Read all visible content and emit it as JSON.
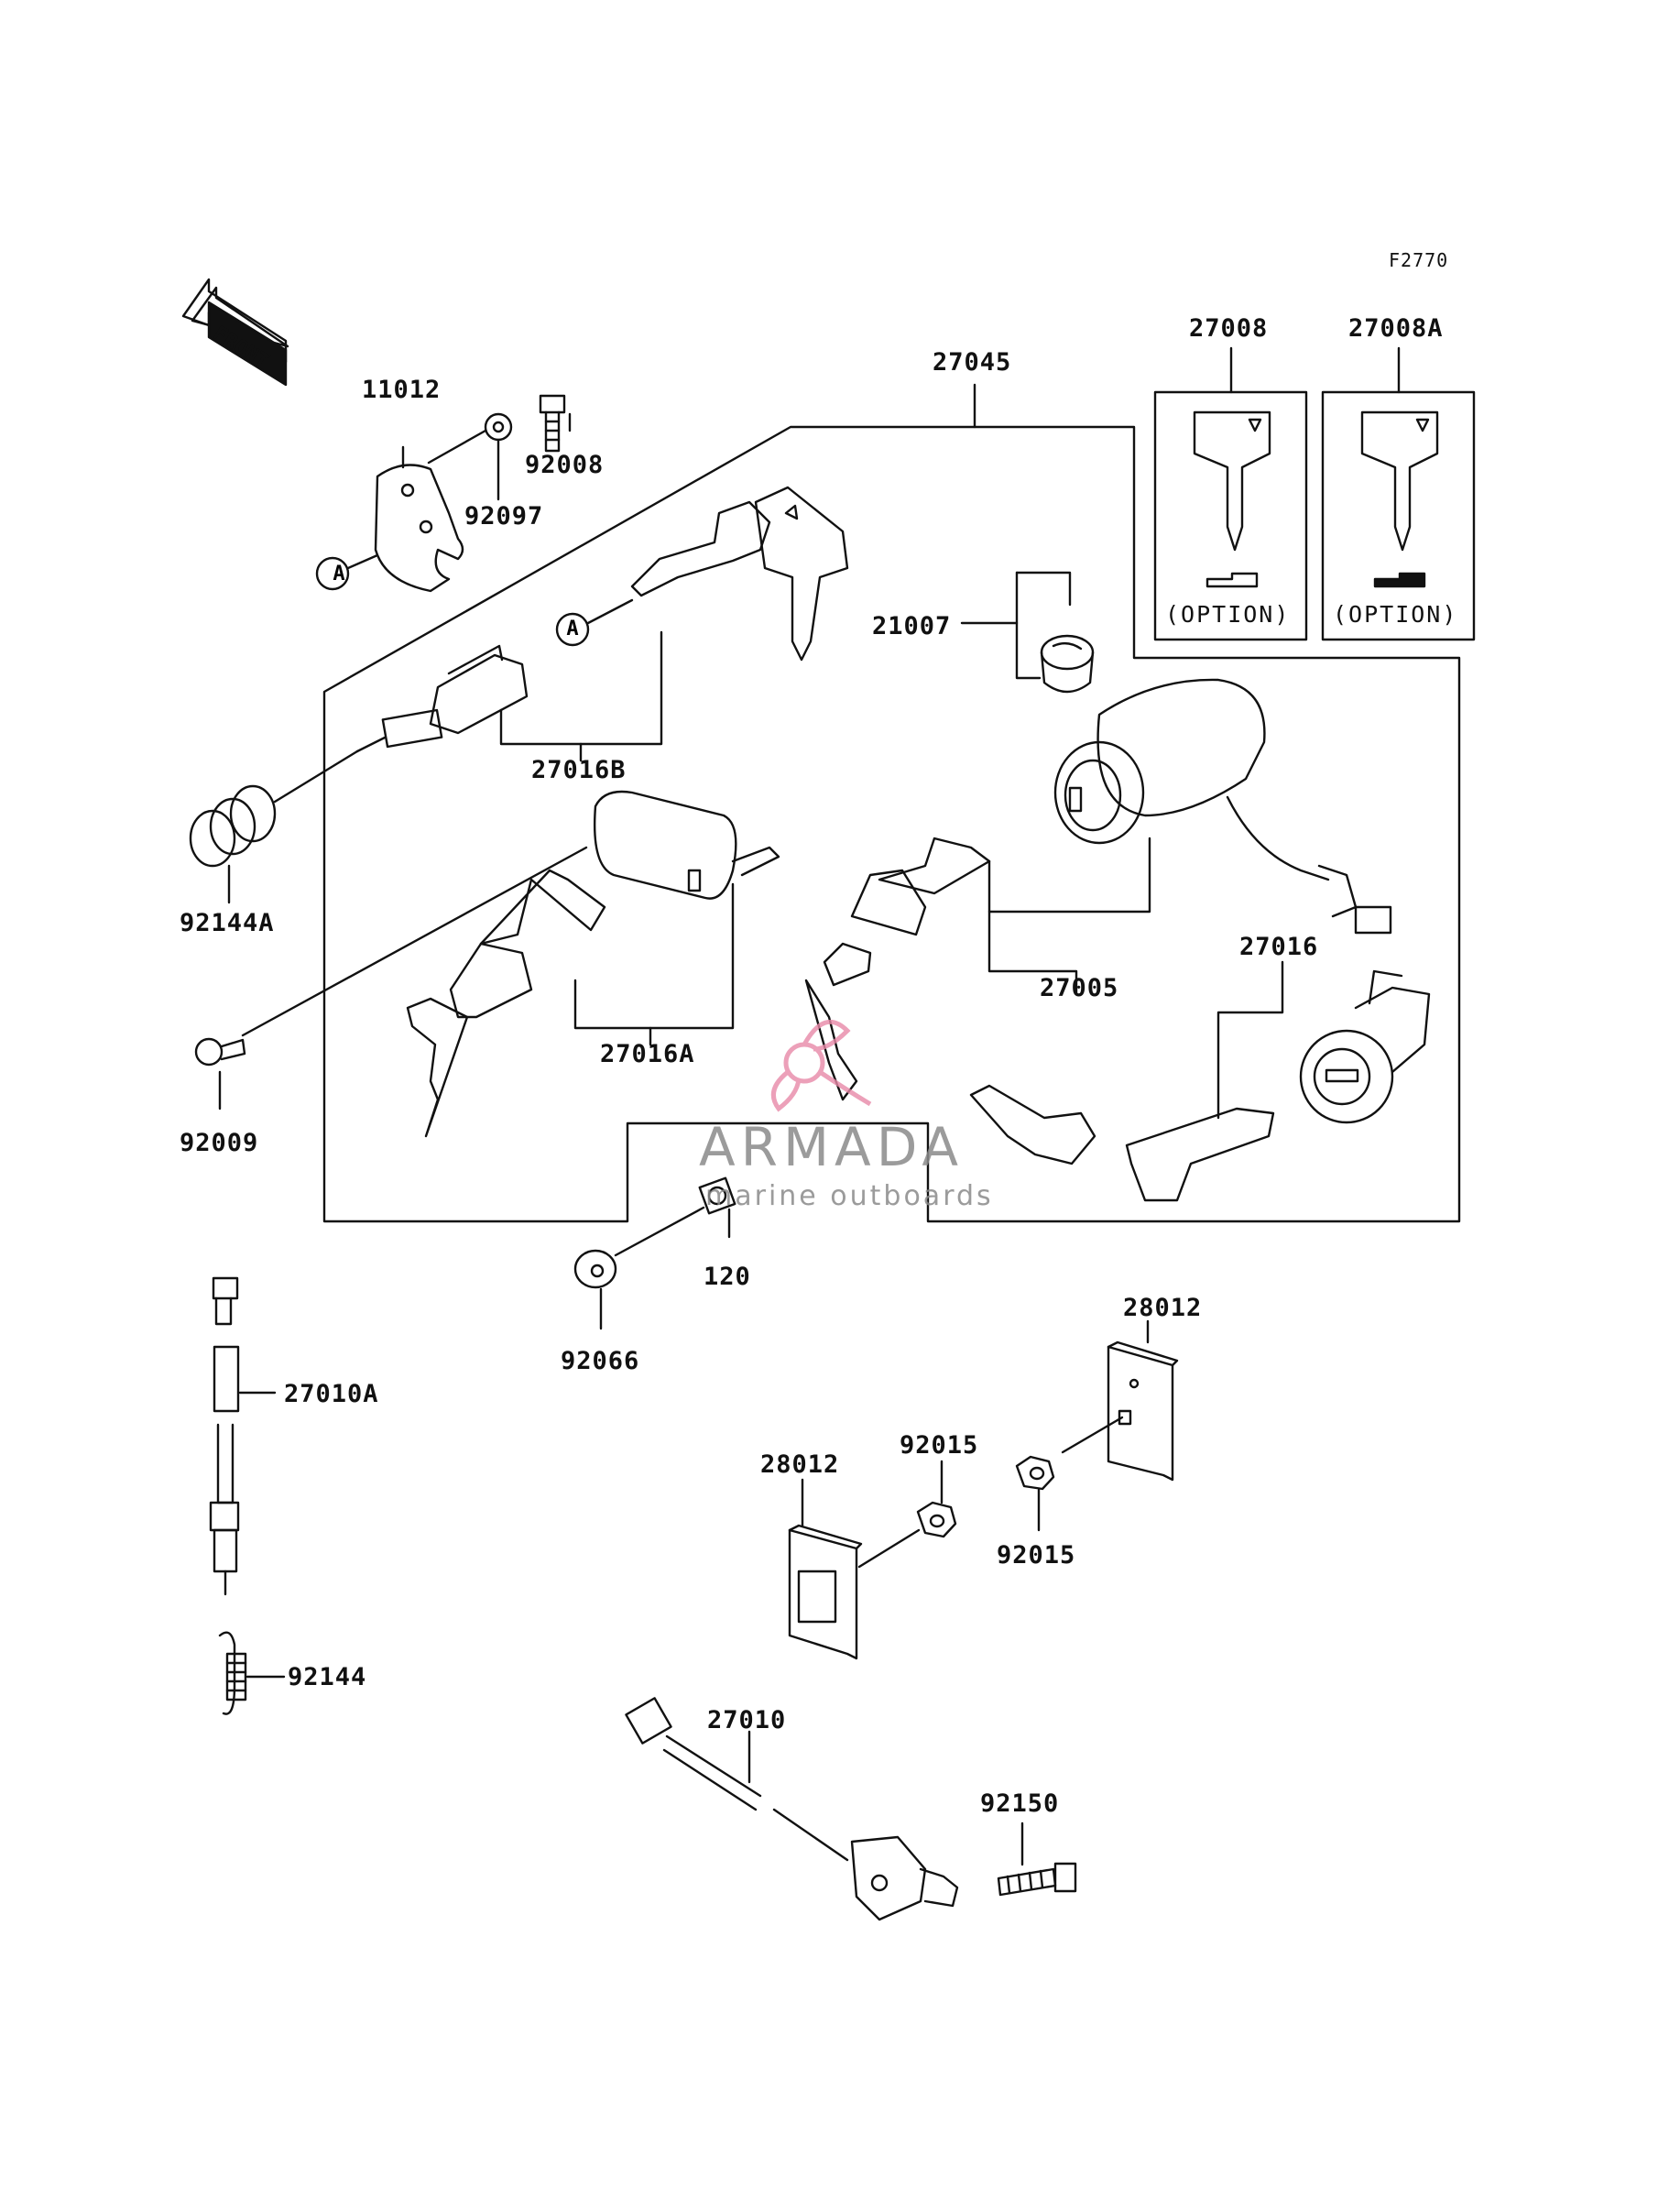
{
  "figure_code": "F2770",
  "front_label": "FRONT",
  "option_label": "(OPTION)",
  "callout_marker": "A",
  "watermark": {
    "title": "ARMADA",
    "subtitle": "marine outboards"
  },
  "parts": [
    {
      "id": "11012",
      "label": "11012"
    },
    {
      "id": "92008",
      "label": "92008"
    },
    {
      "id": "92097",
      "label": "92097"
    },
    {
      "id": "27045",
      "label": "27045"
    },
    {
      "id": "27008",
      "label": "27008"
    },
    {
      "id": "27008A",
      "label": "27008A"
    },
    {
      "id": "21007",
      "label": "21007"
    },
    {
      "id": "27016B",
      "label": "27016B"
    },
    {
      "id": "92144A",
      "label": "92144A"
    },
    {
      "id": "27016A",
      "label": "27016A"
    },
    {
      "id": "27005",
      "label": "27005"
    },
    {
      "id": "27016",
      "label": "27016"
    },
    {
      "id": "92009",
      "label": "92009"
    },
    {
      "id": "120",
      "label": "120"
    },
    {
      "id": "92066",
      "label": "92066"
    },
    {
      "id": "28012a",
      "label": "28012"
    },
    {
      "id": "27010A",
      "label": "27010A"
    },
    {
      "id": "92015a",
      "label": "92015"
    },
    {
      "id": "28012b",
      "label": "28012"
    },
    {
      "id": "92015b",
      "label": "92015"
    },
    {
      "id": "92144",
      "label": "92144"
    },
    {
      "id": "27010",
      "label": "27010"
    },
    {
      "id": "92150",
      "label": "92150"
    }
  ],
  "colors": {
    "line": "#111111",
    "watermark_grey": "#8a8a8a",
    "watermark_pink": "#e889a8"
  },
  "icons": [
    "front-arrow-icon",
    "key-icon",
    "ignition-switch-icon",
    "lock-cylinder-icon",
    "spring-icon",
    "screw-icon",
    "plate-icon",
    "switch-icon"
  ]
}
